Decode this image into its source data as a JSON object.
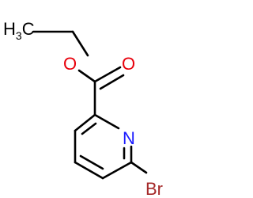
{
  "molecule": {
    "atoms": {
      "methyl": {
        "text": "H",
        "sub": "3",
        "tail": "C",
        "color": "#000000"
      },
      "ester_oxygen": {
        "text": "O",
        "color": "#e8000b"
      },
      "carbonyl_oxygen": {
        "text": "O",
        "color": "#e8000b"
      },
      "ring_nitrogen": {
        "text": "N",
        "color": "#1a1aff"
      },
      "bromine": {
        "text": "Br",
        "color": "#a52a2a"
      }
    },
    "colors": {
      "bond": "#000000",
      "background": "#ffffff"
    }
  }
}
